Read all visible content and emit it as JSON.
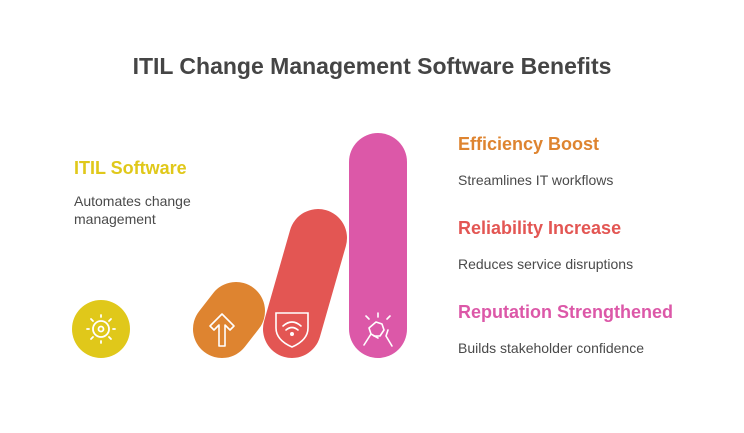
{
  "title": "ITIL Change Management Software Benefits",
  "items": [
    {
      "heading": "ITIL Software",
      "description_lines": [
        "Automates change",
        "management"
      ],
      "color": "#E0C81A",
      "icon": "sun-gear-icon"
    },
    {
      "heading": "Efficiency Boost",
      "description": "Streamlines IT workflows",
      "color": "#DE8430",
      "icon": "arrow-up-icon"
    },
    {
      "heading": "Reliability Increase",
      "description": "Reduces service disruptions",
      "color": "#E35653",
      "icon": "shield-wifi-icon"
    },
    {
      "heading": "Reputation Strengthened",
      "description": "Builds stakeholder confidence",
      "color": "#DC58A8",
      "icon": "handshake-icon"
    }
  ]
}
